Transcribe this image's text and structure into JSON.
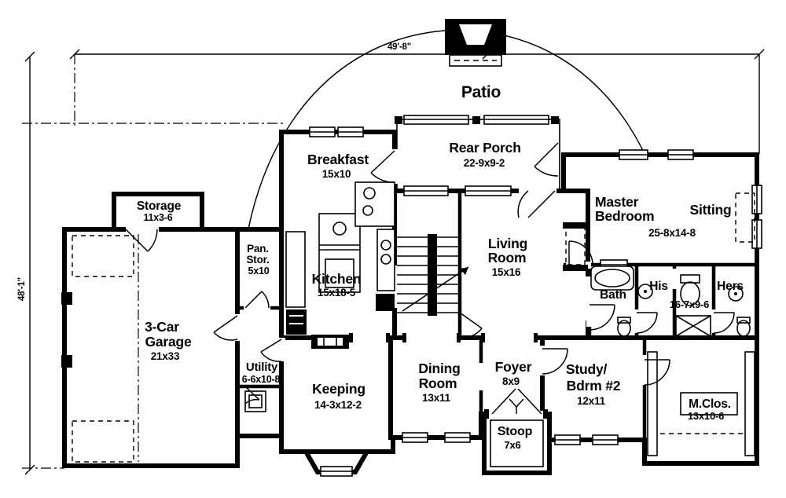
{
  "dimensions": {
    "width": "49'-8\"",
    "depth": "48'-1\""
  },
  "areas": {
    "patio": {
      "name": "Patio"
    },
    "rear_porch": {
      "name": "Rear Porch",
      "size": "22-9x9-2"
    },
    "breakfast": {
      "name": "Breakfast",
      "size": "15x10"
    },
    "kitchen": {
      "name": "Kitchen",
      "size": "15x18-5"
    },
    "storage": {
      "name": "Storage",
      "size": "11x3-6"
    },
    "pantry": {
      "line1": "Pan.",
      "line2": "Stor.",
      "size": "5x10"
    },
    "living_room": {
      "line1": "Living",
      "line2": "Room",
      "size": "15x16"
    },
    "master_bedroom": {
      "line1": "Master",
      "line2": "Bedroom",
      "size": "25-8x14-8"
    },
    "sitting": {
      "name": "Sitting"
    },
    "bath": {
      "name": "Bath",
      "size": "16-7x9-6"
    },
    "his_closet": {
      "name": "His"
    },
    "hers_closet": {
      "name": "Hers"
    },
    "garage": {
      "line1": "3-Car",
      "line2": "Garage",
      "size": "21x33"
    },
    "utility": {
      "name": "Utility",
      "size": "6-6x10-8"
    },
    "keeping": {
      "name": "Keeping",
      "size": "14-3x12-2"
    },
    "dining_room": {
      "line1": "Dining",
      "line2": "Room",
      "size": "13x11"
    },
    "foyer": {
      "name": "Foyer",
      "size": "8x9"
    },
    "study": {
      "line1": "Study/",
      "line2": "Bdrm #2",
      "size": "12x11"
    },
    "master_closet": {
      "name": "M.Clos.",
      "size": "13x10-6"
    },
    "stoop": {
      "name": "Stoop",
      "size": "7x6"
    }
  },
  "colors": {
    "line": "#000000",
    "background": "#ffffff"
  }
}
